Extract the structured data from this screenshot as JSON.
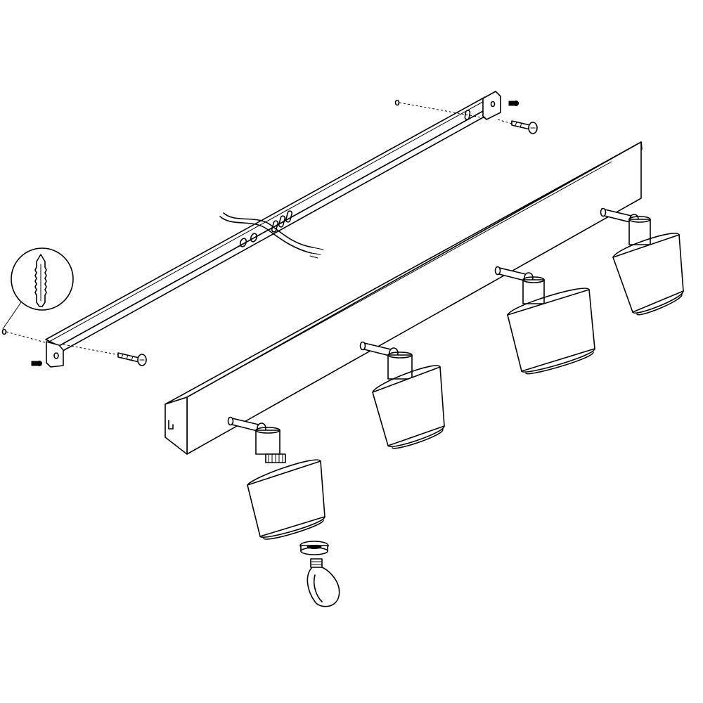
{
  "diagram": {
    "kind": "exploded-assembly",
    "parts": [
      "mounting-bracket",
      "wall-plug",
      "mounting-screw",
      "fixing-nut",
      "supply-wire",
      "canopy-plate",
      "spotlight-head",
      "lamp-socket-ring",
      "light-bulb",
      "wall-plug-detail-callout"
    ],
    "spotlight_count": 4,
    "colors": {
      "line": "#000000",
      "fill": "#ffffff"
    }
  }
}
